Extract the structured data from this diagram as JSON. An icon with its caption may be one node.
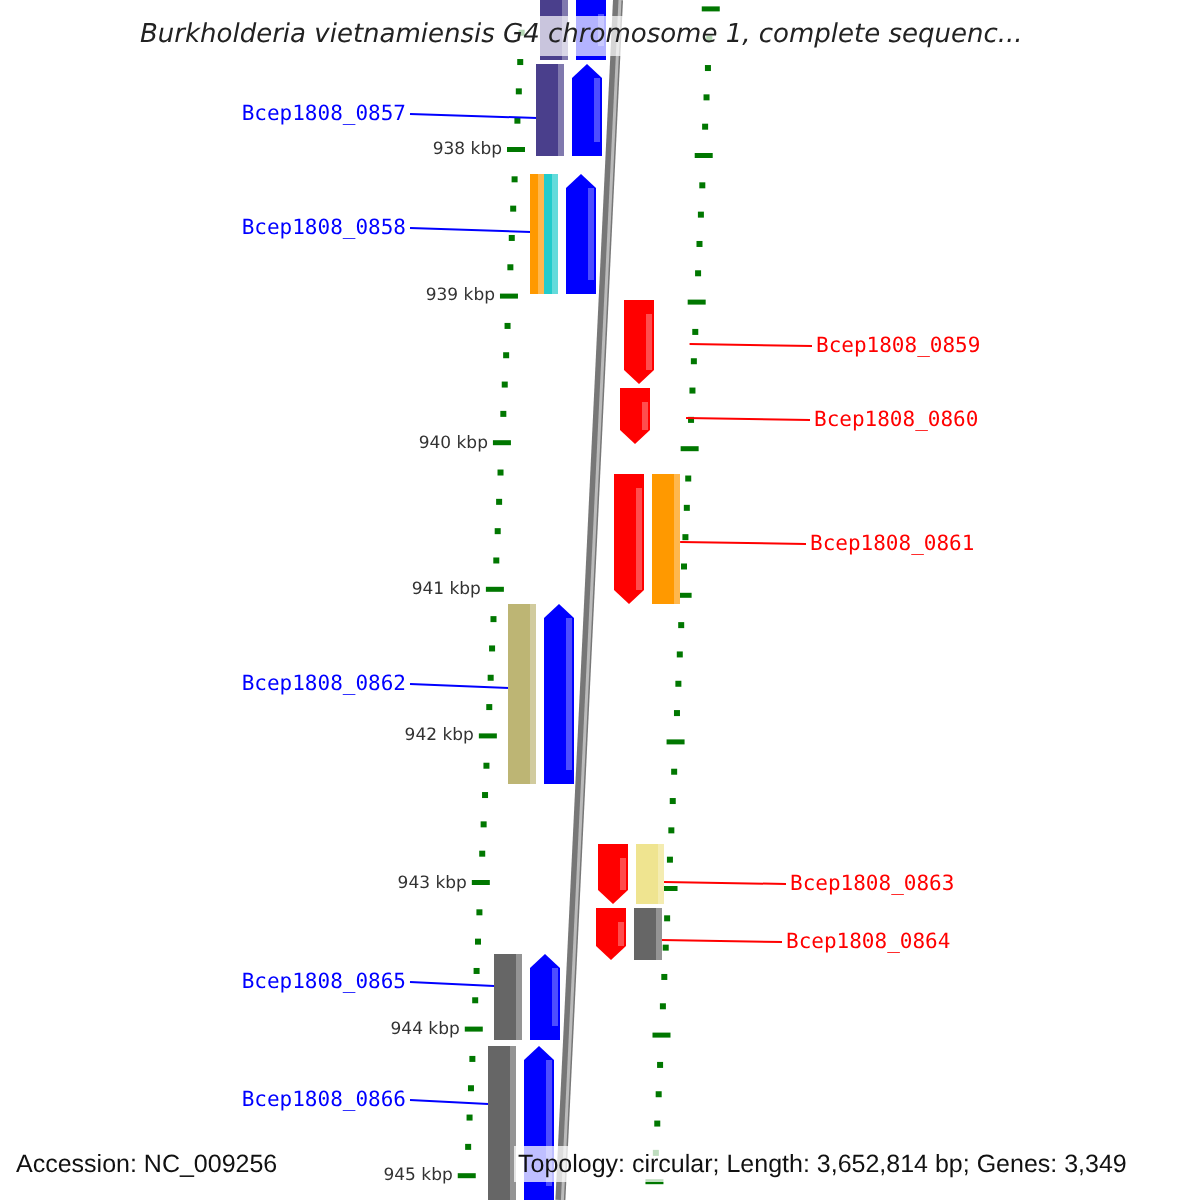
{
  "diagram": {
    "title": "Burkholderia vietnamiensis G4 chromosome 1, complete sequenc...",
    "nodes": [
      {
        "text": [],
        "shape": "arrow"
      },
      {
        "text": [
          "Bcep1808_0857"
        ]
      },
      {
        "text": [],
        "shape": "arrow"
      },
      {
        "text": [
          "Bcep1808_0858"
        ]
      },
      {
        "text": [],
        "shape": "arrow"
      },
      {
        "text": [
          "Bcep1808_0859"
        ]
      },
      {
        "text": [],
        "shape": "arrow"
      },
      {
        "text": [
          "Bcep1808_0860"
        ]
      },
      {
        "text": [],
        "shape": "arrow"
      },
      {
        "text": [
          "Bcep1808_0861"
        ]
      },
      {
        "text": [],
        "shape": "arrow"
      },
      {
        "text": [
          "Bcep1808_0862"
        ]
      },
      {
        "text": [],
        "shape": "arrow"
      },
      {
        "text": [
          "Bcep1808_0863"
        ]
      },
      {
        "text": [],
        "shape": "arrow"
      },
      {
        "text": [
          "Bcep1808_0864"
        ]
      },
      {
        "text": [],
        "shape": "arrow"
      },
      {
        "text": [
          "Bcep1808_0865"
        ]
      },
      {
        "text": [],
        "shape": "arrow"
      },
      {
        "text": [
          "Bcep1808_0866"
        ]
      },
      {
        "text": [],
        "shape": "arrow"
      }
    ],
    "edges": [
      {
        "from": 1,
        "to": 2,
        "arrow": "none",
        "color": "#0000ff"
      },
      {
        "from": 3,
        "to": 4,
        "arrow": "none",
        "color": "#0000ff"
      },
      {
        "from": 5,
        "to": 6,
        "arrow": "none",
        "color": "#ff0000"
      },
      {
        "from": 7,
        "to": 8,
        "arrow": "none",
        "color": "#ff0000"
      },
      {
        "from": 9,
        "to": 10,
        "arrow": "none",
        "color": "#ff0000"
      },
      {
        "from": 11,
        "to": 12,
        "arrow": "none",
        "color": "#0000ff"
      },
      {
        "from": 13,
        "to": 14,
        "arrow": "none",
        "color": "#ff0000"
      },
      {
        "from": 15,
        "to": 16,
        "arrow": "none",
        "color": "#ff0000"
      },
      {
        "from": 17,
        "to": 18,
        "arrow": "none",
        "color": "#0000ff"
      },
      {
        "from": 19,
        "to": 20,
        "arrow": "none",
        "color": "#0000ff"
      }
    ],
    "labels": [
      "938 kbp",
      "939 kbp",
      "940 kbp",
      "941 kbp",
      "942 kbp",
      "943 kbp",
      "944 kbp",
      "945 kbp",
      "Accession: NC_009256",
      "Topology: circular; Length: 3,652,814 bp; Genes: 3,349"
    ]
  }
}
